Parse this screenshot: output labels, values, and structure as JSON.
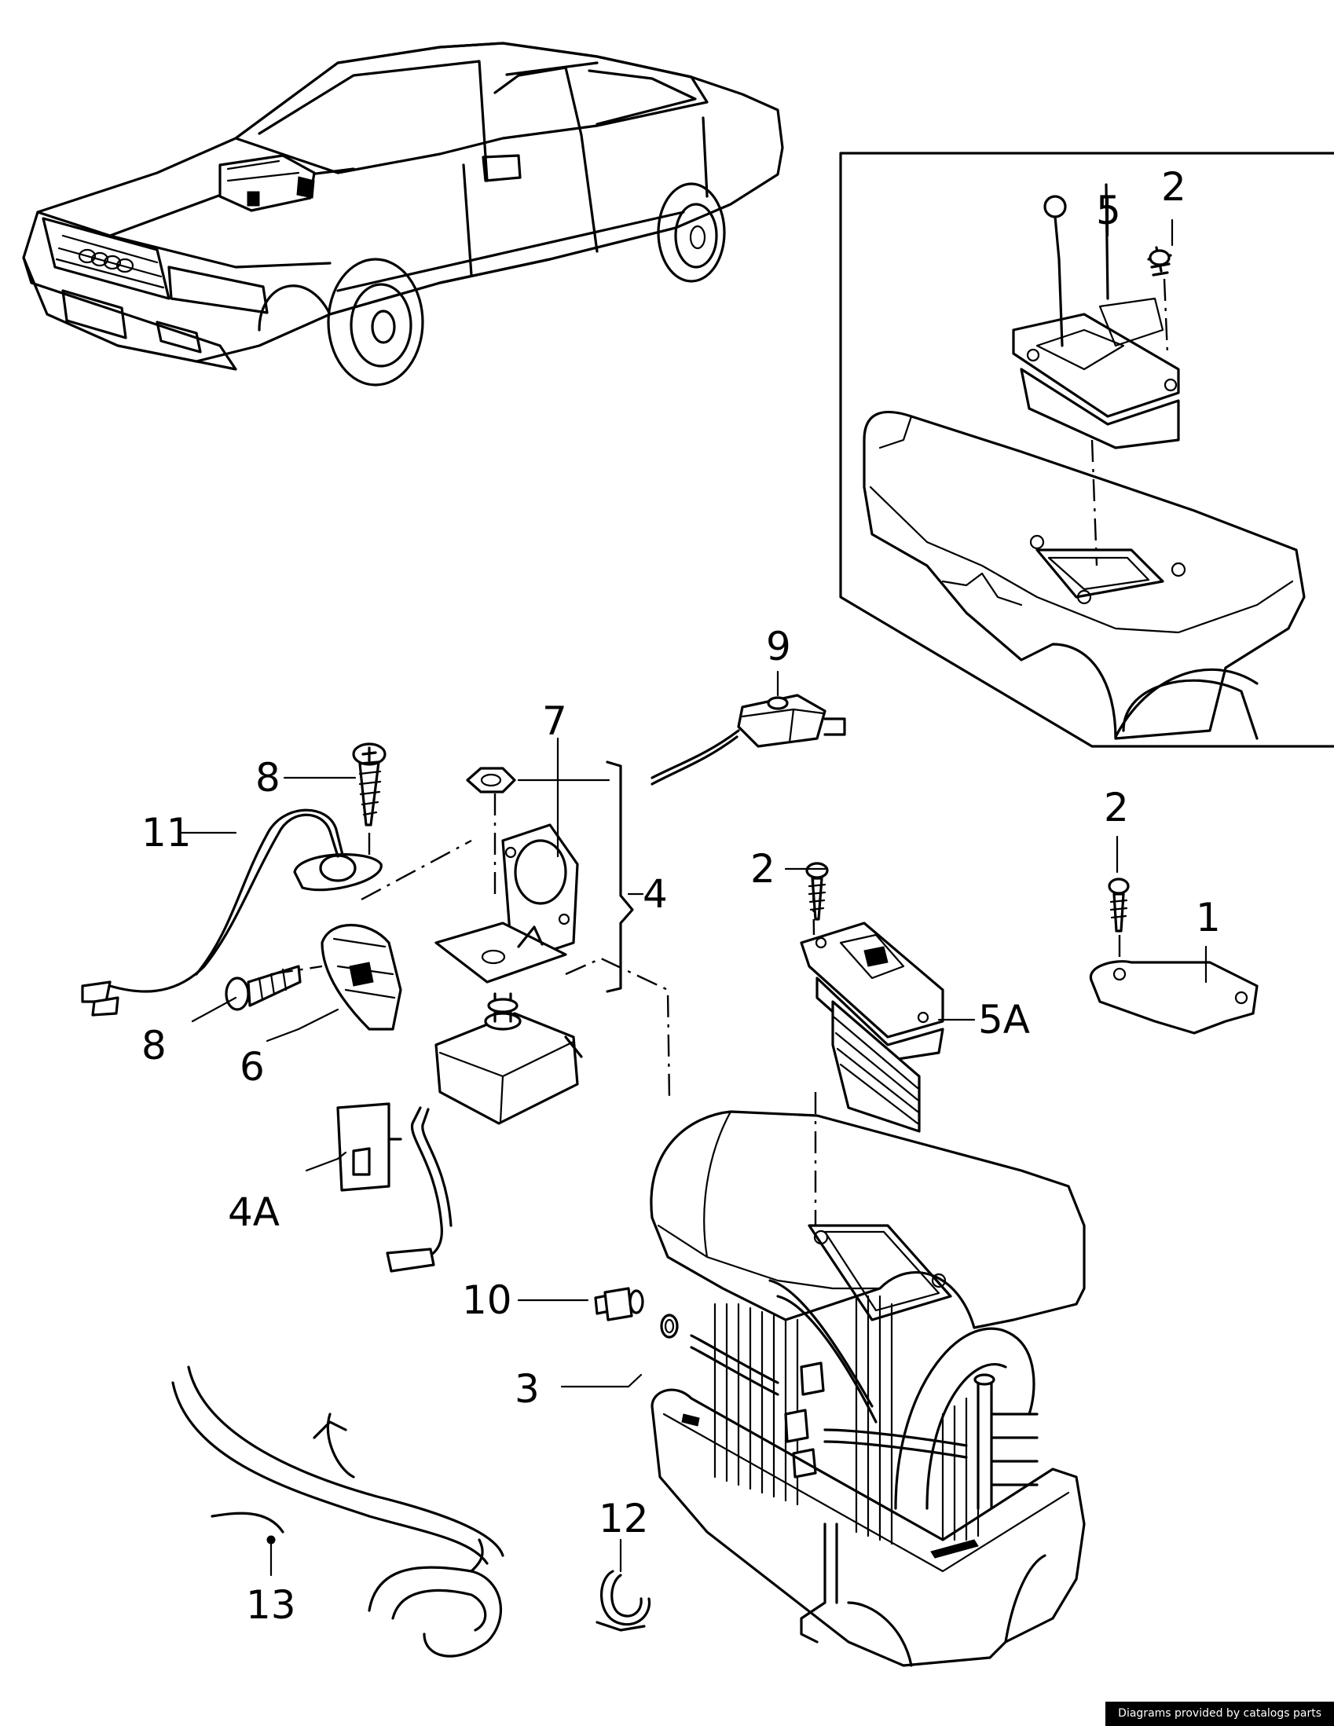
{
  "callouts": [
    {
      "id": "1",
      "text": "1"
    },
    {
      "id": "2-inset",
      "text": "2"
    },
    {
      "id": "2-mid",
      "text": "2"
    },
    {
      "id": "2-right",
      "text": "2"
    },
    {
      "id": "3",
      "text": "3"
    },
    {
      "id": "4",
      "text": "4"
    },
    {
      "id": "4A",
      "text": "4A"
    },
    {
      "id": "5",
      "text": "5"
    },
    {
      "id": "5A",
      "text": "5A"
    },
    {
      "id": "6",
      "text": "6"
    },
    {
      "id": "7",
      "text": "7"
    },
    {
      "id": "8-top",
      "text": "8"
    },
    {
      "id": "8-bottom",
      "text": "8"
    },
    {
      "id": "9",
      "text": "9"
    },
    {
      "id": "10",
      "text": "10"
    },
    {
      "id": "11",
      "text": "11"
    },
    {
      "id": "12",
      "text": "12"
    },
    {
      "id": "13",
      "text": "13"
    }
  ],
  "footer": {
    "credit": "Diagrams provided by catalogs parts"
  }
}
